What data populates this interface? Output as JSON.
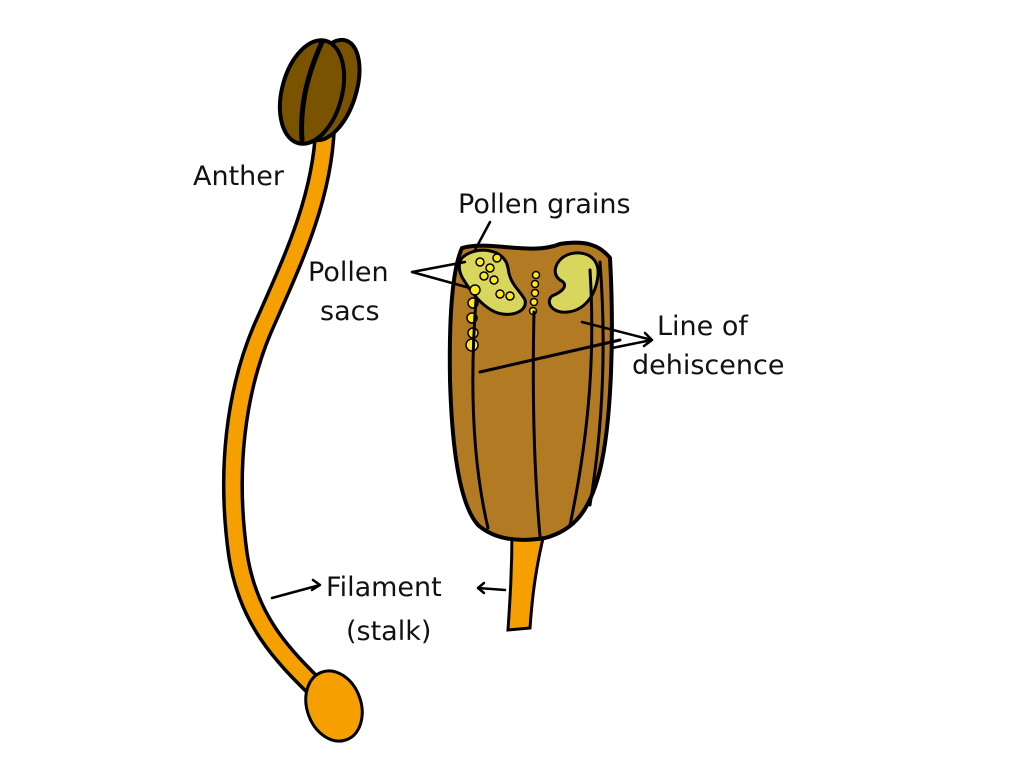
{
  "title": "Structure of a stamen",
  "labels": {
    "anther": "Anther",
    "pollen_grains": "Pollen grains",
    "pollen_sacs_line1": "Pollen",
    "pollen_sacs_line2": "sacs",
    "line_of_dehiscence_line1": "Line of",
    "line_of_dehiscence_line2": "dehiscence",
    "filament_line1": "Filament",
    "filament_line2": "(stalk)"
  },
  "colors": {
    "anther": "#7a5300",
    "anther_section": "#b27a22",
    "pollen_sac": "#d8d65c",
    "pollen_grain": "#ffe81a",
    "filament": "#f5a000",
    "outline": "#000000"
  }
}
